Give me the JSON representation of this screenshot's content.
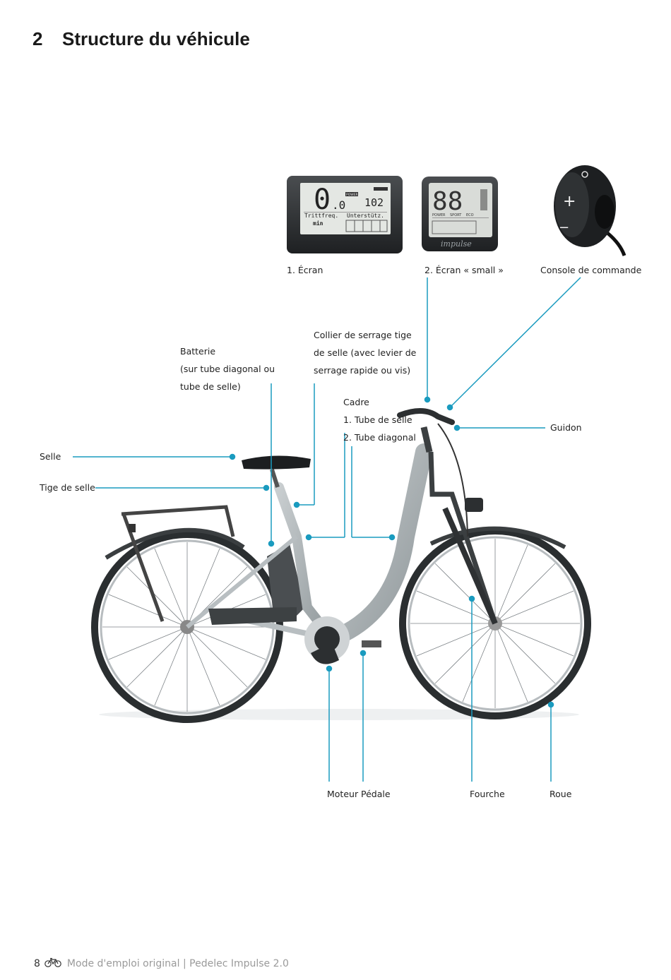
{
  "header": {
    "section_number": "2",
    "section_title": "Structure du véhicule"
  },
  "components": {
    "display1": {
      "label": "1. Écran",
      "lcd_main": "0",
      "lcd_decimal": ".0",
      "lcd_right": "102",
      "lcd_sub1": "Trittfreq.",
      "lcd_sub2": "Unterstütz.",
      "lcd_unit": "min",
      "lcd_power": "POWER"
    },
    "display2": {
      "label": "2. Écran « small »",
      "lcd_main": "88",
      "lcd_tags": [
        "POWER",
        "SPORT",
        "ECO"
      ],
      "brand": "impulse"
    },
    "console": {
      "label": "Console de commande",
      "plus": "+",
      "minus": "−"
    },
    "collier": {
      "lines": [
        "Collier de serrage tige",
        "de selle (avec levier de",
        "serrage rapide ou vis)"
      ]
    },
    "batterie": {
      "lines": [
        "Batterie",
        "(sur tube diagonal ou",
        "tube de selle)"
      ]
    },
    "cadre": {
      "lines": [
        "Cadre",
        "1. Tube de selle",
        "2. Tube diagonal"
      ]
    },
    "guidon": {
      "label": "Guidon"
    },
    "selle": {
      "label": "Selle"
    },
    "tige": {
      "label": "Tige de selle"
    },
    "moteur": {
      "label": "Moteur"
    },
    "pedale": {
      "label": "Pédale"
    },
    "fourche": {
      "label": "Fourche"
    },
    "roue": {
      "label": "Roue"
    }
  },
  "colors": {
    "leader": "#1a9bbf",
    "frame": "#a9b0b3",
    "tire": "#2a2e30"
  },
  "footer": {
    "page": "8",
    "text": "Mode d'emploi original | Pedelec Impulse 2.0",
    "icon": "bicycle-icon"
  }
}
